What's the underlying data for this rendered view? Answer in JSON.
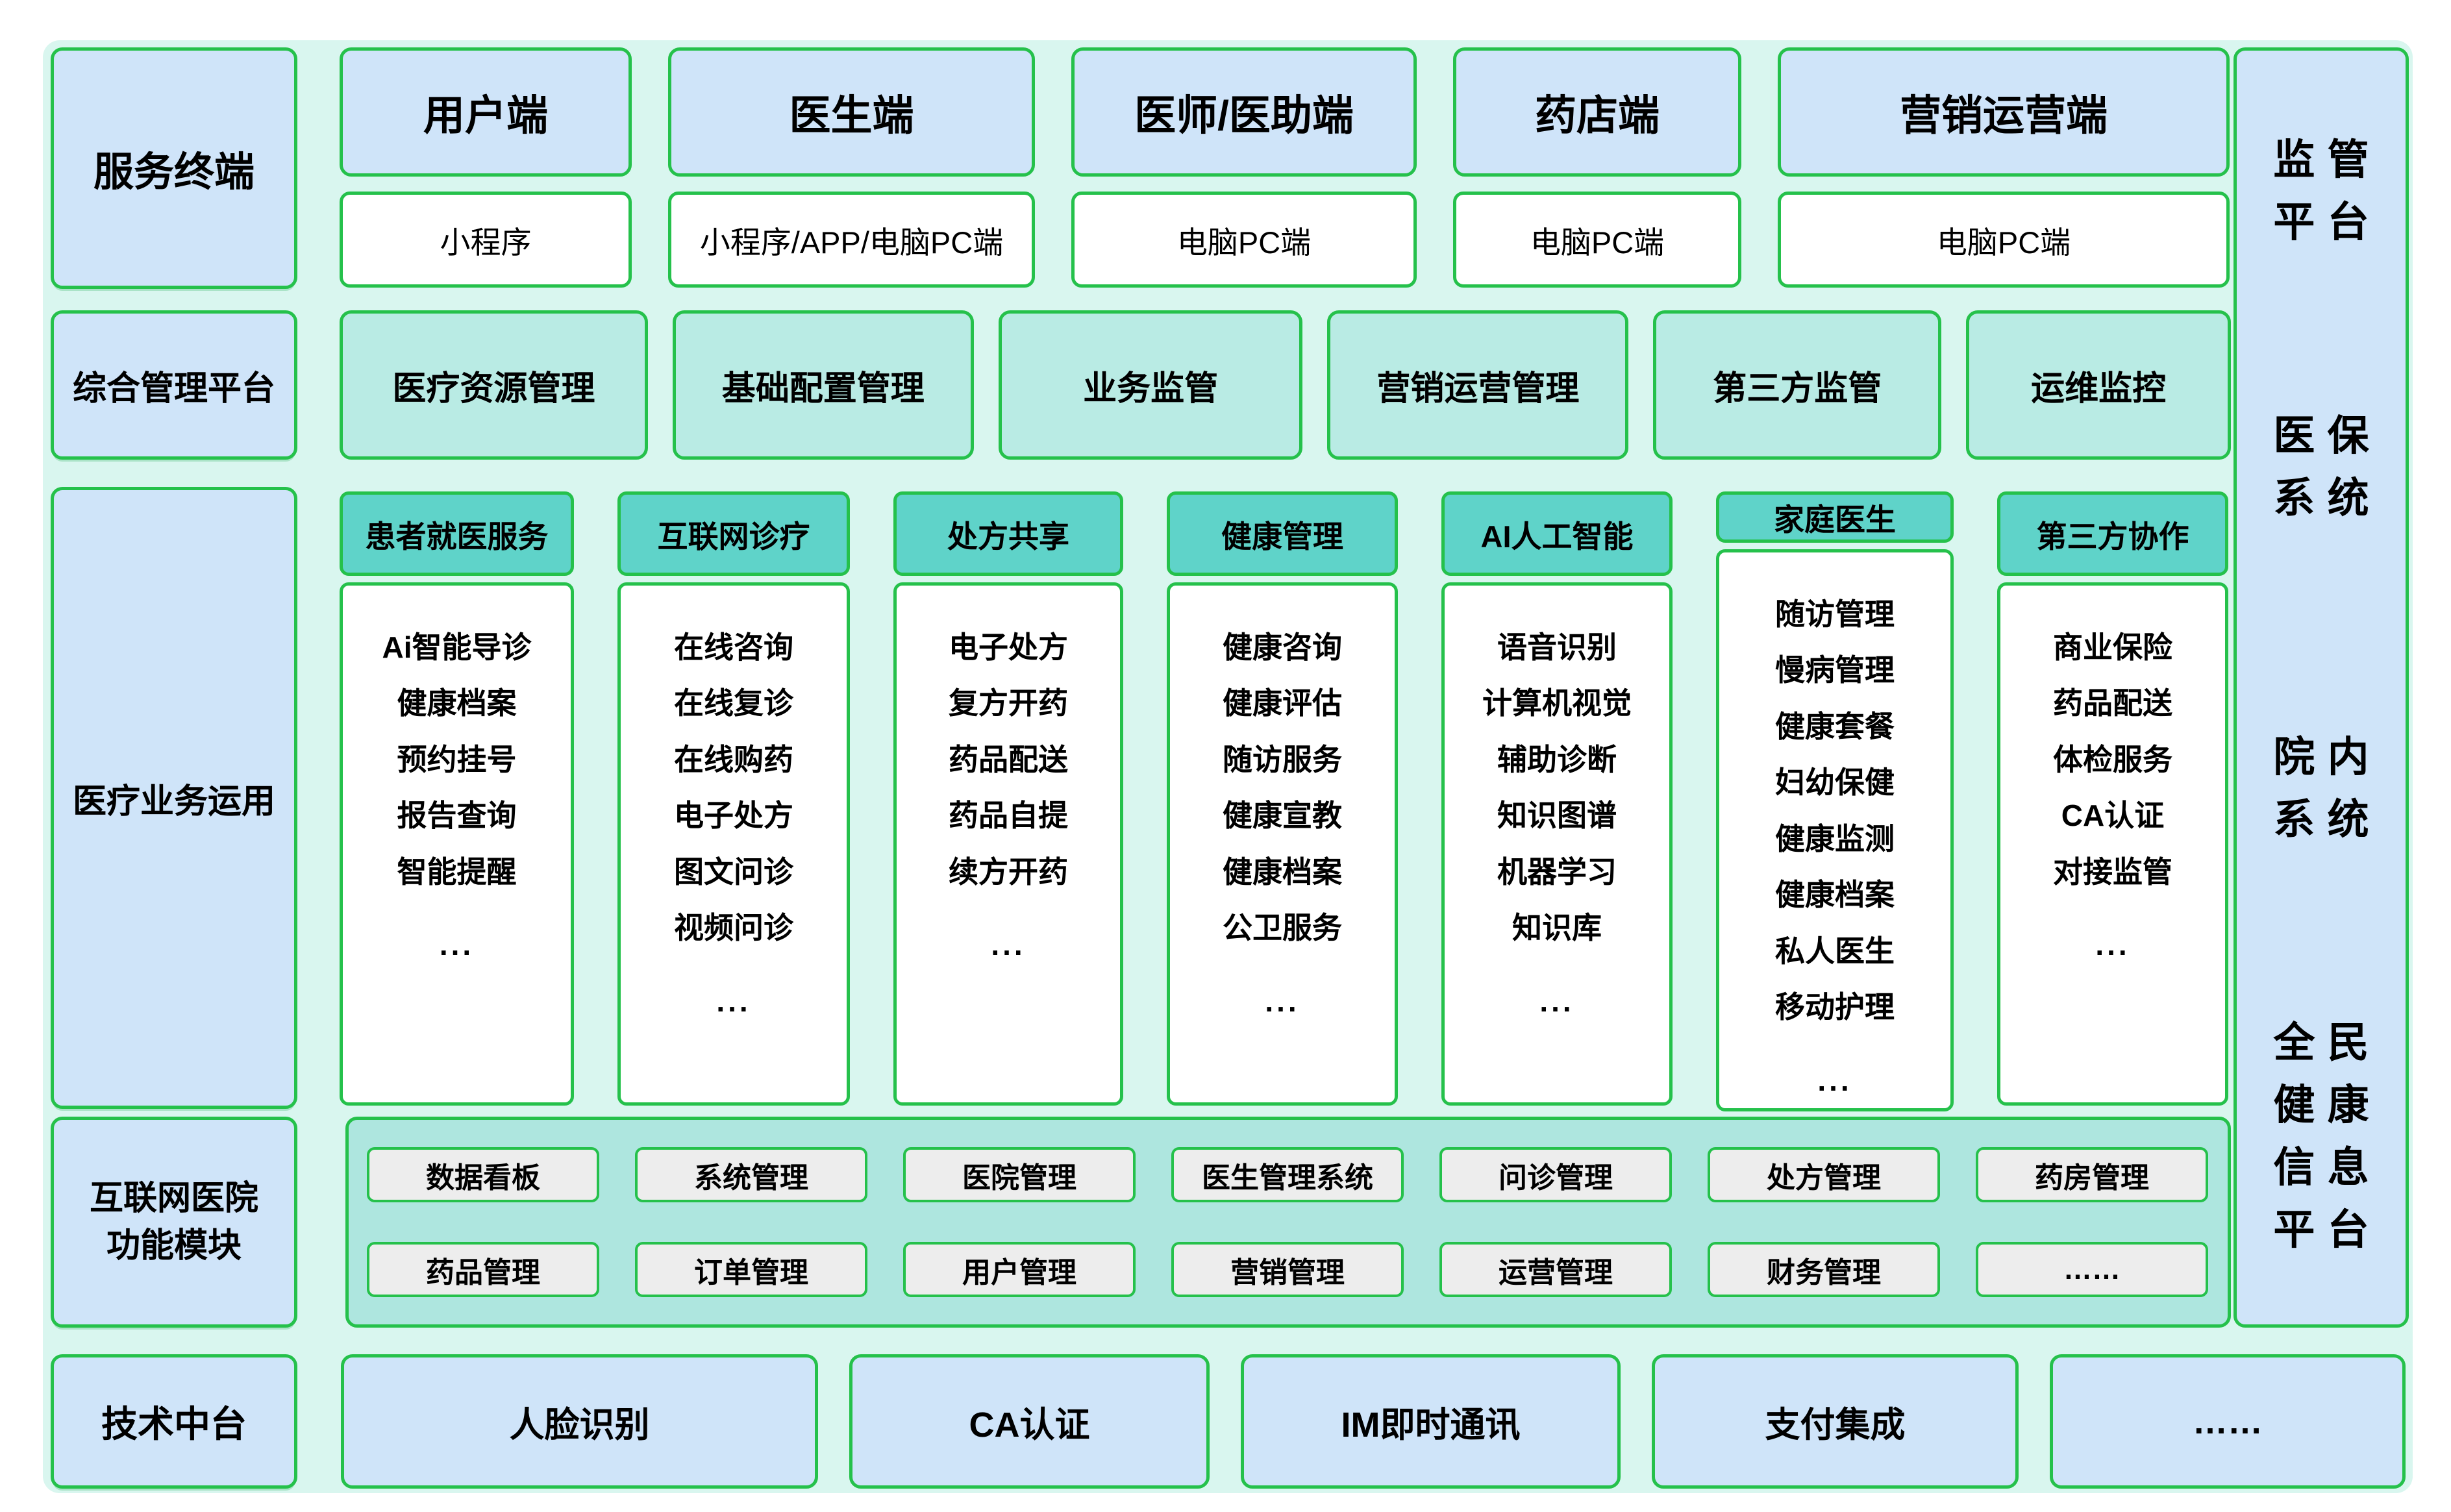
{
  "colors": {
    "canvas": "#d9f6ef",
    "blue": "#cfe4f9",
    "tealH": "#5fd3c9",
    "tealL": "#b9ebe4",
    "container": "#aee6df",
    "grey": "#ededed",
    "border": "#25c14b"
  },
  "left_labels": {
    "service_terminal": "服务终端",
    "management_platform": "综合管理平台",
    "medical_business": "医疗业务运用",
    "function_modules_lines": [
      "互联网医院",
      "功能模块"
    ],
    "tech_platform": "技术中台"
  },
  "terminals": [
    {
      "name": "用户端",
      "client": "小程序"
    },
    {
      "name": "医生端",
      "client": "小程序/APP/电脑PC端"
    },
    {
      "name": "医师/医助端",
      "client": "电脑PC端"
    },
    {
      "name": "药店端",
      "client": "电脑PC端"
    },
    {
      "name": "营销运营端",
      "client": "电脑PC端"
    }
  ],
  "management_modules": [
    "医疗资源管理",
    "基础配置管理",
    "业务监管",
    "营销运营管理",
    "第三方监管",
    "运维监控"
  ],
  "business_columns": [
    {
      "header": "患者就医服务",
      "items": [
        "Ai智能导诊",
        "健康档案",
        "预约挂号",
        "报告查询",
        "智能提醒",
        "..."
      ]
    },
    {
      "header": "互联网诊疗",
      "items": [
        "在线咨询",
        "在线复诊",
        "在线购药",
        "电子处方",
        "图文问诊",
        "视频问诊",
        "..."
      ]
    },
    {
      "header": "处方共享",
      "items": [
        "电子处方",
        "复方开药",
        "药品配送",
        "药品自提",
        "续方开药",
        "..."
      ]
    },
    {
      "header": "健康管理",
      "items": [
        "健康咨询",
        "健康评估",
        "随访服务",
        "健康宣教",
        "健康档案",
        "公卫服务",
        "..."
      ]
    },
    {
      "header": "AI人工智能",
      "items": [
        "语音识别",
        "计算机视觉",
        "辅助诊断",
        "知识图谱",
        "机器学习",
        "知识库",
        "..."
      ]
    },
    {
      "header": "家庭医生",
      "items": [
        "随访管理",
        "慢病管理",
        "健康套餐",
        "妇幼保健",
        "健康监测",
        "健康档案",
        "私人医生",
        "移动护理",
        "..."
      ]
    },
    {
      "header": "第三方协作",
      "items": [
        "商业保险",
        "药品配送",
        "体检服务",
        "CA认证",
        "对接监管",
        "..."
      ]
    }
  ],
  "function_module_rows": [
    [
      "数据看板",
      "系统管理",
      "医院管理",
      "医生管理系统",
      "问诊管理",
      "处方管理",
      "药房管理"
    ],
    [
      "药品管理",
      "订单管理",
      "用户管理",
      "营销管理",
      "运营管理",
      "财务管理",
      "……"
    ]
  ],
  "tech_services": [
    "人脸识别",
    "CA认证",
    "IM即时通讯",
    "支付集成",
    "……"
  ],
  "right_panels": [
    {
      "name": "regulatory-platform",
      "lines": [
        "监管",
        "平台"
      ]
    },
    {
      "name": "medical-insurance-system",
      "lines": [
        "医保",
        "系统"
      ]
    },
    {
      "name": "in-hospital-system",
      "lines": [
        "院内",
        "系统"
      ]
    },
    {
      "name": "national-health-info-platform",
      "lines": [
        "全民",
        "健康",
        "信息",
        "平台"
      ]
    }
  ]
}
